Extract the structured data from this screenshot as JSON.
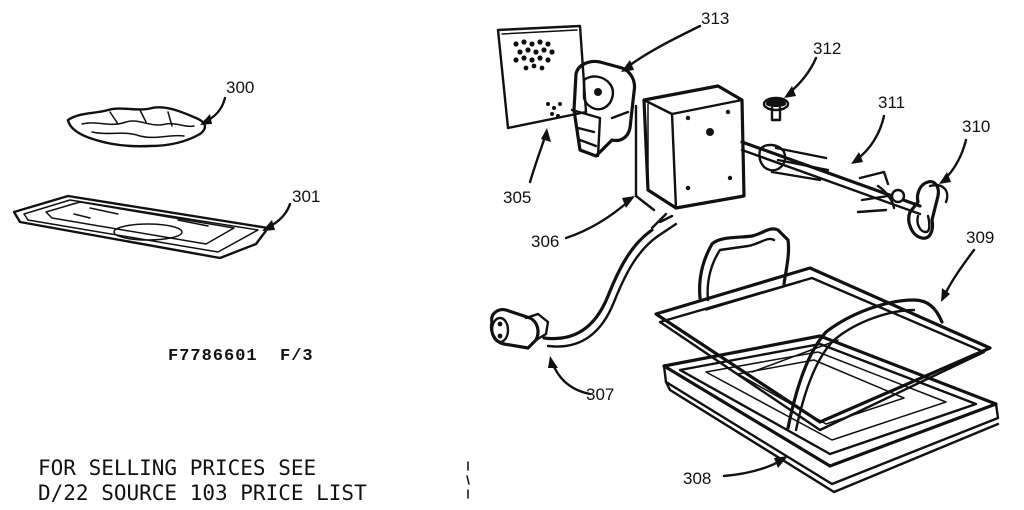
{
  "parts": {
    "p300": "300",
    "p301": "301",
    "p305": "305",
    "p306": "306",
    "p307": "307",
    "p308": "308",
    "p309": "309",
    "p310": "310",
    "p311": "311",
    "p312": "312",
    "p313": "313"
  },
  "model_code": "F7786601  F/3",
  "price_note": {
    "line1": "FOR SELLING PRICES SEE",
    "line2": "D/22 SOURCE 103 PRICE LIST"
  }
}
